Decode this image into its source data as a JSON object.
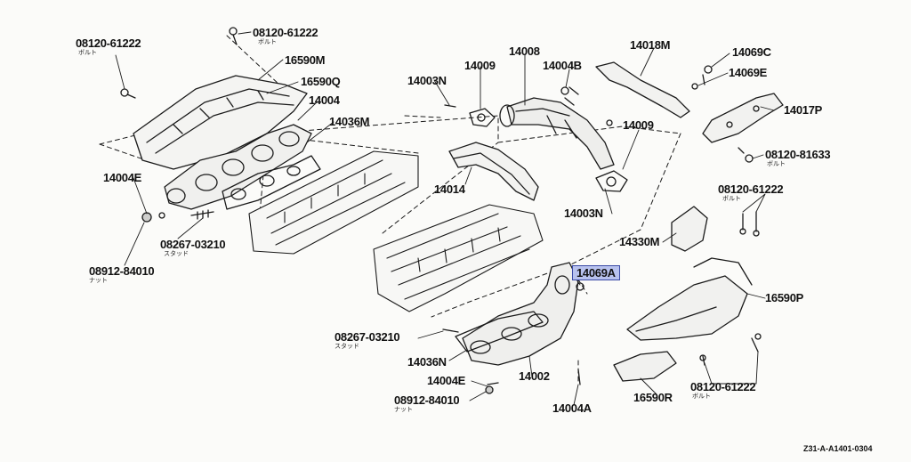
{
  "diagram_code": "Z31-A-A1401-0304",
  "highlight_color": "#b8c2ee",
  "callouts": {
    "p08120_61222_a": "08120-61222",
    "p08120_61222_b": "08120-61222",
    "p16590M": "16590M",
    "p16590Q": "16590Q",
    "p14004": "14004",
    "p14036M": "14036M",
    "p14003N_a": "14003N",
    "p14009_a": "14009",
    "p14008": "14008",
    "p14004B": "14004B",
    "p14018M": "14018M",
    "p14069C": "14069C",
    "p14069E": "14069E",
    "p14017P": "14017P",
    "p08120_81633": "08120-81633",
    "p14009_b": "14009",
    "p14004E_a": "14004E",
    "p14014": "14014",
    "p14003N_b": "14003N",
    "p08120_61222_c": "08120-61222",
    "p08267_03210_a": "08267-03210",
    "p08912_84010_a": "08912-84010",
    "p14330M": "14330M",
    "p14069A": "14069A",
    "p16590P": "16590P",
    "p08267_03210_b": "08267-03210",
    "p14036N": "14036N",
    "p14004E_b": "14004E",
    "p14002": "14002",
    "p08912_84010_b": "08912-84010",
    "p14004A": "14004A",
    "p16590R": "16590R",
    "p08120_61222_d": "08120-61222"
  },
  "subtitles": {
    "bolt": "ボルト",
    "stud": "スタッド",
    "nut": "ナット"
  }
}
